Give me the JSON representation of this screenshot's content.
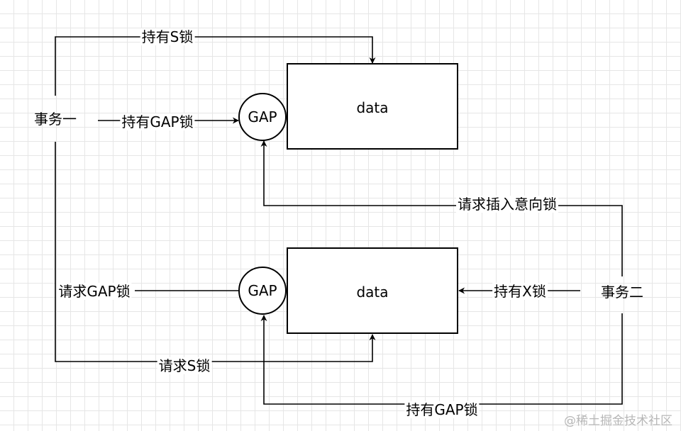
{
  "nodes": {
    "txn1": "事务一",
    "txn2": "事务二",
    "data_top": "data",
    "data_bottom": "data",
    "gap_top": "GAP",
    "gap_bottom": "GAP"
  },
  "edges": {
    "t1_hold_s": "持有S锁",
    "t1_hold_gap": "持有GAP锁",
    "t2_request_insert_intent": "请求插入意向锁",
    "t1_request_gap": "请求GAP锁",
    "t2_hold_x": "持有X锁",
    "t1_request_s": "请求S锁",
    "t2_hold_gap": "持有GAP锁"
  },
  "watermark": "@稀土掘金技术社区"
}
